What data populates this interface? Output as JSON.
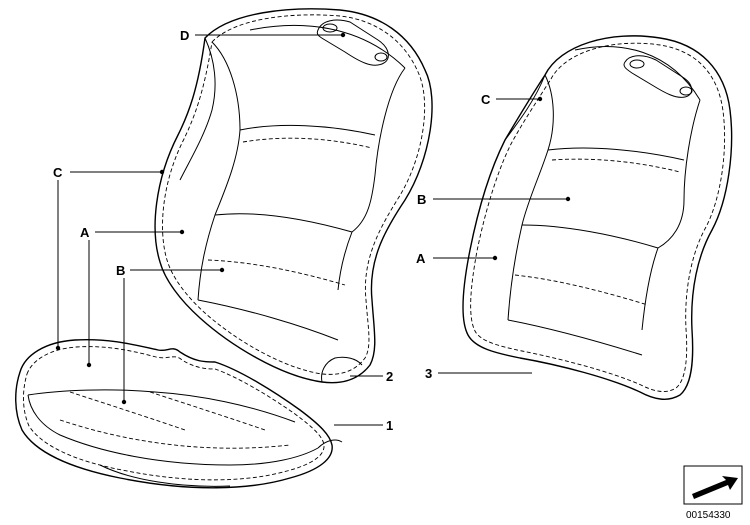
{
  "diagram": {
    "callouts": {
      "a_left": "A",
      "b_left": "B",
      "c_left": "C",
      "d": "D",
      "a_right": "A",
      "b_right": "B",
      "c_right": "C",
      "part_1": "1",
      "part_2": "2",
      "part_3": "3"
    },
    "catalog_number": "00154330",
    "icon": "arrow-icon"
  }
}
